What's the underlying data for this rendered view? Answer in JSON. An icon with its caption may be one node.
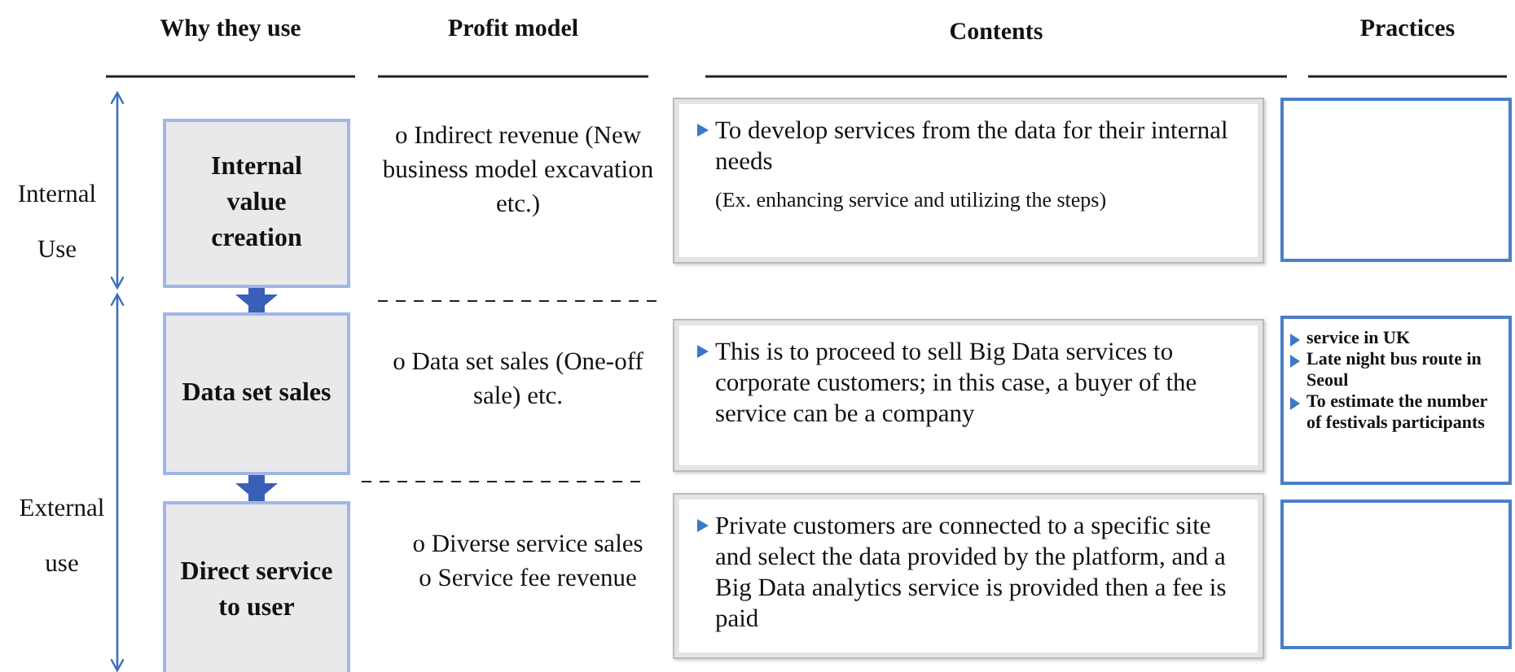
{
  "diagram": {
    "nodes": [
      {
        "text": [
          "Internal value creation"
        ]
      },
      {
        "text": [
          "To develop services from the data for their internal needs",
          "(Ex. enhancing service and utilizing the steps)"
        ]
      },
      {
        "text": [],
        "shape": "box"
      },
      {
        "text": [
          "Data set sales"
        ]
      },
      {
        "text": [
          "This is to proceed to sell Big Data services to corporate customers;  in this case, a buyer of the service can be a company"
        ]
      },
      {
        "text": [
          "service in UK",
          "Late night bus route in Seoul",
          "To estimate the number of festivals participants"
        ]
      },
      {
        "text": [
          "Direct service to user"
        ]
      },
      {
        "text": [
          "Private customers are connected to a specific site and select the data  provided by the platform, and a Big Data analytics service is provided then a fee is paid"
        ]
      },
      {
        "text": [],
        "shape": "box"
      }
    ],
    "edges": [
      {
        "from": 0,
        "to": 3,
        "arrow": "to"
      },
      {
        "from": 3,
        "to": 6,
        "arrow": "to"
      }
    ],
    "labels": [
      "Why they use",
      "Profit model",
      "Contents",
      "Practices",
      "Internal Use",
      "o Indirect revenue (New business model excavation etc.)",
      "External use",
      "o Data set sales (One-off sale) etc.",
      "o Diverse service sales",
      "o Service fee revenue"
    ]
  }
}
